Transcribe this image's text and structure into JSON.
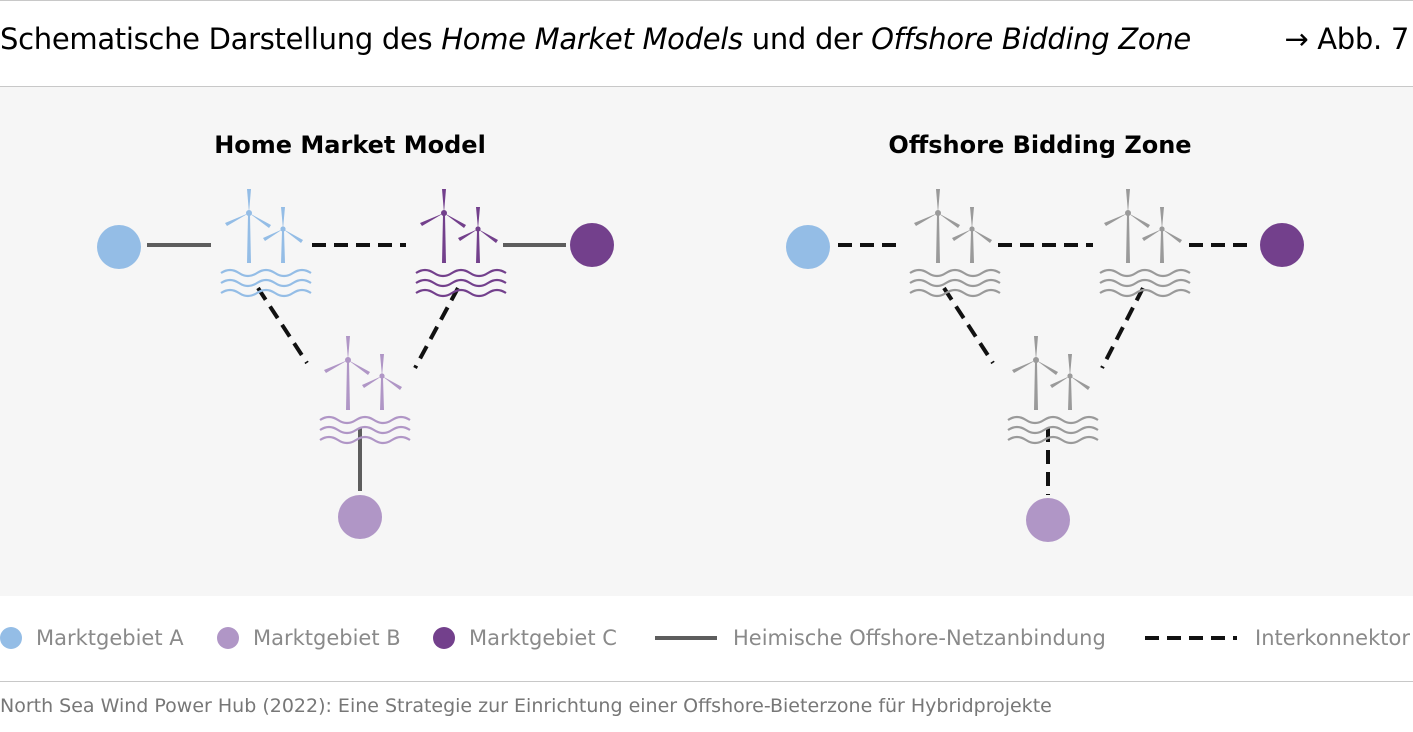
{
  "header": {
    "title_part1": "Schematische Darstellung des ",
    "title_part2_italic": "Home Market Models",
    "title_part3": " und der ",
    "title_part4_italic": "Offshore Bidding Zone",
    "figure_ref": "→ Abb. 7"
  },
  "diagrams": {
    "left_title": "Home Market Model",
    "right_title": "Offshore Bidding Zone"
  },
  "colors": {
    "area_a": "#94bde6",
    "area_b": "#b096c6",
    "area_c": "#73408c",
    "neutral_turbine": "#9a9a9a",
    "home_connection": "#5d5d5d",
    "interconnector": "#111111"
  },
  "legend": {
    "area_a": "Marktgebiet A",
    "area_b": "Marktgebiet B",
    "area_c": "Marktgebiet C",
    "home_connection": "Heimische Offshore-Netzanbindung",
    "interconnector": "Interkonnektor"
  },
  "source": "North Sea Wind Power Hub (2022): Eine Strategie zur Einrichtung einer Offshore-Bieterzone für Hybridprojekte"
}
